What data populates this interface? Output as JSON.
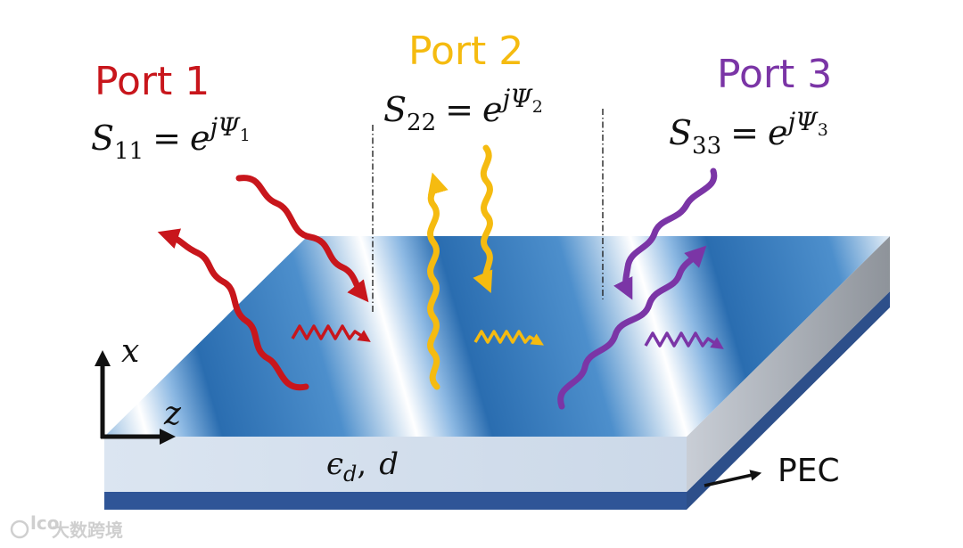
{
  "colors": {
    "port1": "#c8161c",
    "port2": "#f5bb10",
    "port3": "#7b35a6",
    "slab_top": "#2e72b4",
    "slab_side": "#d7e3f0",
    "pec": "#2f5597"
  },
  "ports": [
    {
      "label": "Port 1",
      "S": "S",
      "S_sub": "11",
      "eq": "=",
      "base": "e",
      "exp": "jΨ",
      "exp_sub": "1"
    },
    {
      "label": "Port 2",
      "S": "S",
      "S_sub": "22",
      "eq": "=",
      "base": "e",
      "exp": "jΨ",
      "exp_sub": "2"
    },
    {
      "label": "Port 3",
      "S": "S",
      "S_sub": "33",
      "eq": "=",
      "base": "e",
      "exp": "jΨ",
      "exp_sub": "3"
    }
  ],
  "axes": {
    "vertical": "x",
    "horizontal": "z"
  },
  "material": {
    "eps": "ϵ",
    "eps_sub": "d",
    "sep": ",",
    "thickness": "d"
  },
  "pec_label": "PEC",
  "watermark": {
    "text": "大数跨境",
    "logo": "lco"
  }
}
